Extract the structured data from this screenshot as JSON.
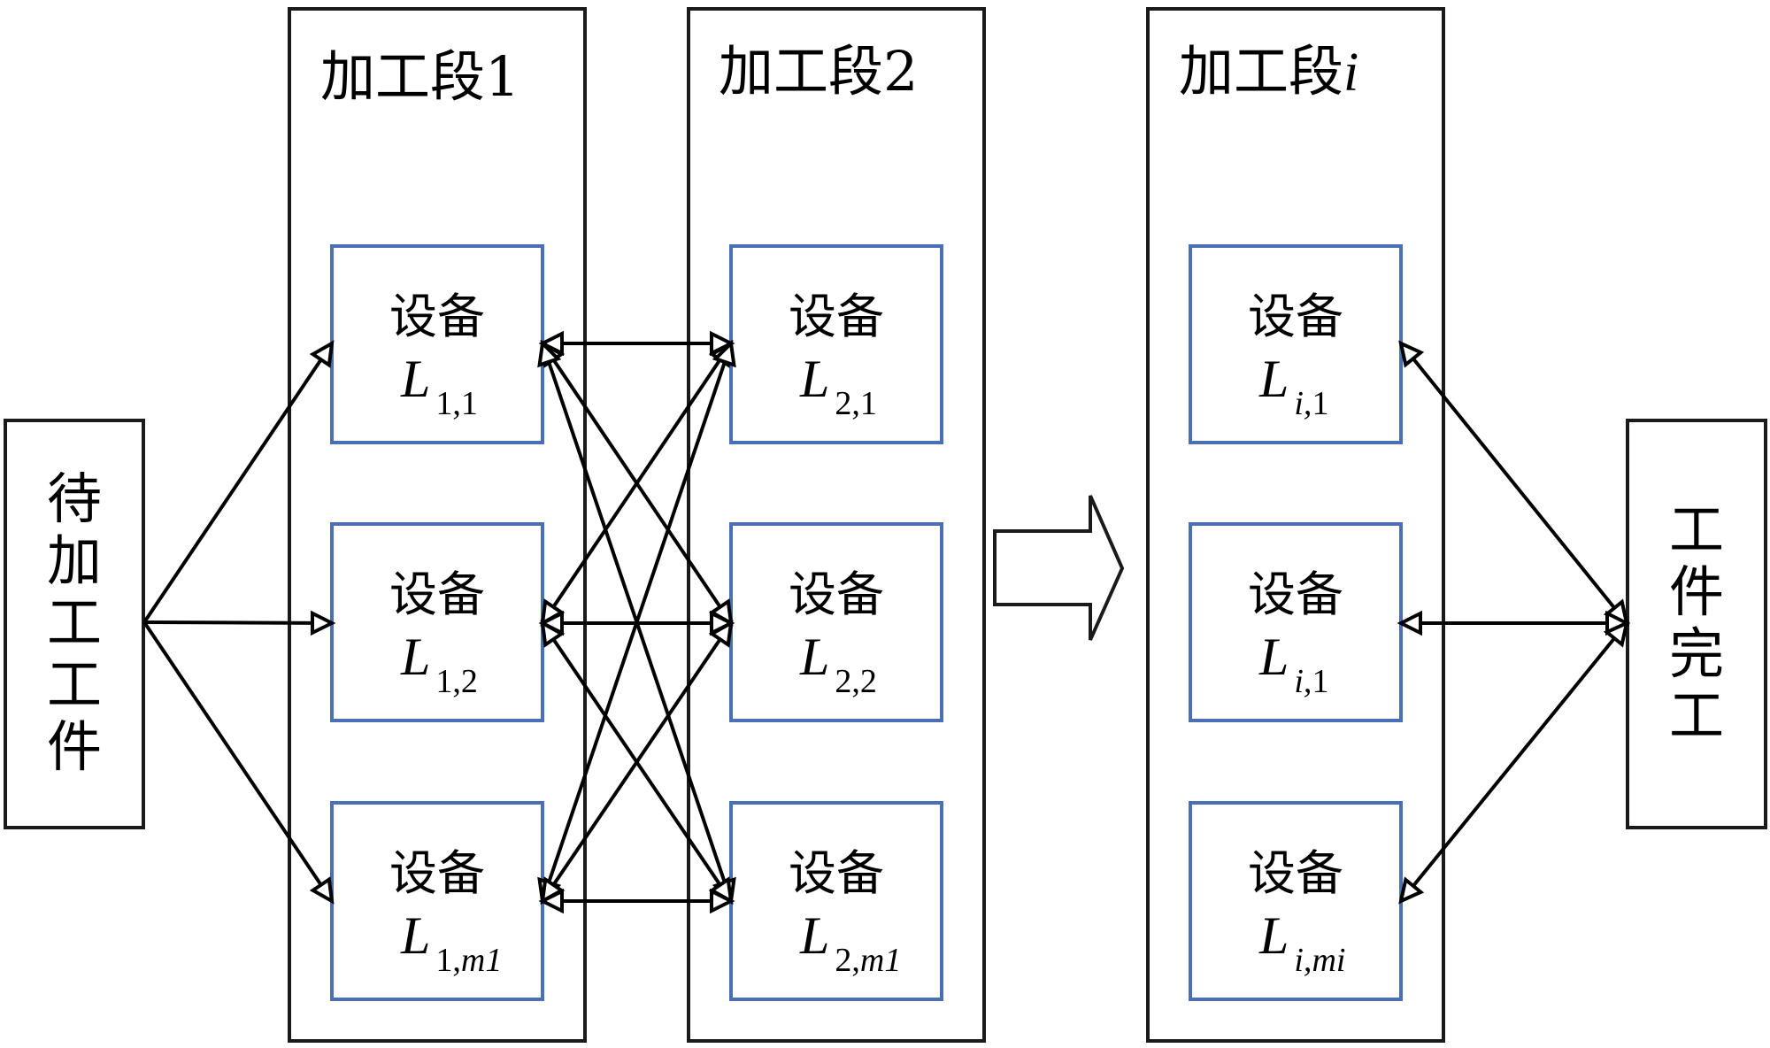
{
  "diagram": {
    "input_box": {
      "label_chars": [
        "待",
        "加",
        "工",
        "工",
        "件"
      ],
      "label": "待加工工件"
    },
    "output_box": {
      "label_chars": [
        "工",
        "件",
        "完",
        "工"
      ],
      "label": "工件完工"
    },
    "stages": [
      {
        "title": "加工段",
        "title_suffix": "1",
        "suffix_italic": false,
        "devices": [
          {
            "label": "设备",
            "var": "L",
            "sub": "1,1"
          },
          {
            "label": "设备",
            "var": "L",
            "sub": "1,2"
          },
          {
            "label": "设备",
            "var": "L",
            "sub": "1,m1"
          }
        ]
      },
      {
        "title": "加工段",
        "title_suffix": "2",
        "suffix_italic": false,
        "devices": [
          {
            "label": "设备",
            "var": "L",
            "sub": "2,1"
          },
          {
            "label": "设备",
            "var": "L",
            "sub": "2,2"
          },
          {
            "label": "设备",
            "var": "L",
            "sub": "2,m1"
          }
        ]
      },
      {
        "title": "加工段",
        "title_suffix": "i",
        "suffix_italic": true,
        "devices": [
          {
            "label": "设备",
            "var": "L",
            "sub": "i,1"
          },
          {
            "label": "设备",
            "var": "L",
            "sub": "i,1"
          },
          {
            "label": "设备",
            "var": "L",
            "sub": "i,mi"
          }
        ]
      }
    ],
    "connections": {
      "input_to_stage1": "one-to-all (single-headed arrows)",
      "stage1_to_stage2": "all-to-all (double-headed arrows)",
      "stage_i_to_output": "all-to-one (double-headed arrows)"
    },
    "continuation_arrow": "block-arrow-right",
    "colors": {
      "device_border": "#4a6fb5",
      "frame": "#1a1a1a",
      "line": "#000000"
    }
  }
}
